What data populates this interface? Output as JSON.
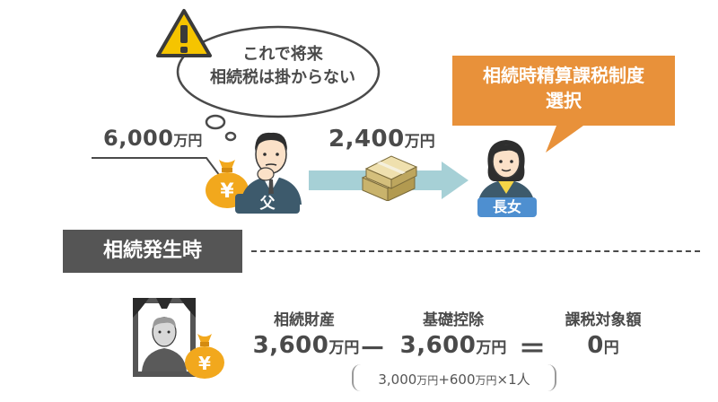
{
  "thought": {
    "line1": "これで将来",
    "line2": "相続税は掛からない"
  },
  "warning": {
    "icon": "warning-icon",
    "glyph": "!"
  },
  "callout": {
    "line1": "相続時精算課税制度",
    "line2": "選択",
    "color": "#e8913a"
  },
  "father": {
    "label": "父",
    "amount": "6,000",
    "amount_unit": "万円"
  },
  "daughter": {
    "label": "長女"
  },
  "gift": {
    "amount": "2,400",
    "amount_unit": "万円"
  },
  "section": {
    "label": "相続発生時"
  },
  "formula": {
    "estate_label": "相続財産",
    "estate_value": "3,600",
    "estate_unit": "万円",
    "minus": "－",
    "deduction_label": "基礎控除",
    "deduction_value": "3,600",
    "deduction_unit": "万円",
    "equals": "＝",
    "taxable_label": "課税対象額",
    "taxable_value": "0",
    "taxable_unit": "円",
    "note_a": "3,000",
    "note_a_unit": "万円",
    "note_plus": "+600",
    "note_b_unit": "万円",
    "note_rest": "×1人"
  },
  "colors": {
    "navy": "#3d5a6c",
    "blue": "#4e8fd0",
    "orange": "#e8913a",
    "gray_bar": "#555555",
    "bag": "#f2a81d",
    "arrow": "#a6d0d6"
  }
}
